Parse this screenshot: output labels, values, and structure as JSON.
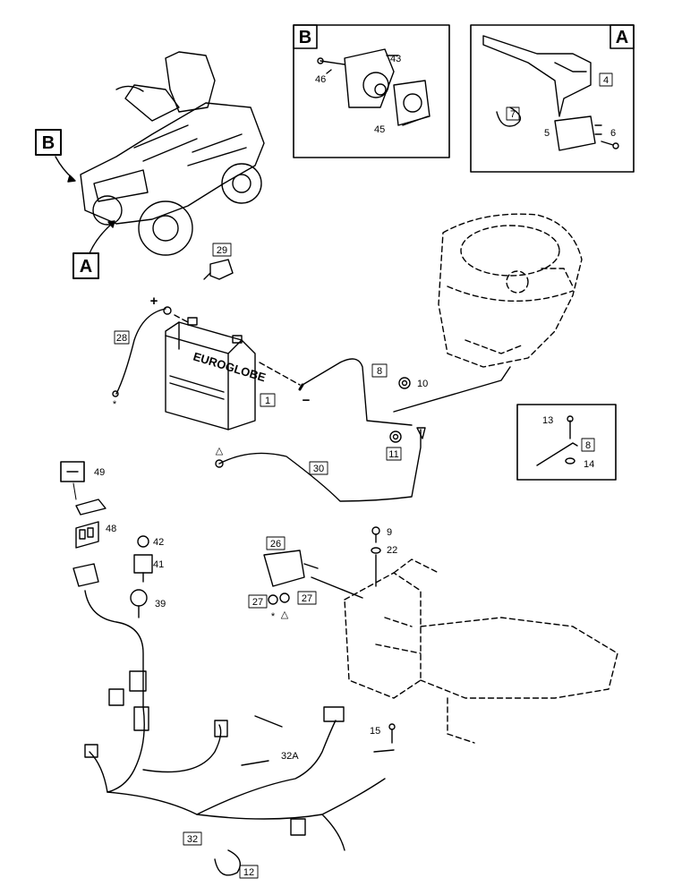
{
  "insets": {
    "A": {
      "letter": "A"
    },
    "B": {
      "letter": "B"
    }
  },
  "callouts": {
    "A": "A",
    "B": "B"
  },
  "battery": {
    "brand": "EUROGLOBE"
  },
  "symbols": {
    "plus": "+",
    "minus": "−",
    "star": "*",
    "triangle": "△"
  },
  "labels": {
    "p1": "1",
    "p4": "4",
    "p5": "5",
    "p6": "6",
    "p7": "7",
    "p8": "8",
    "p8b": "8",
    "p9": "9",
    "p10": "10",
    "p11": "11",
    "p12": "12",
    "p13": "13",
    "p14": "14",
    "p15": "15",
    "p22": "22",
    "p26": "26",
    "p27a": "27",
    "p27b": "27",
    "p28": "28",
    "p29": "29",
    "p30": "30",
    "p32": "32",
    "p32A": "32A",
    "p39": "39",
    "p41": "41",
    "p42": "42",
    "p43": "43",
    "p45": "45",
    "p46": "46",
    "p48": "48",
    "p49": "49"
  }
}
